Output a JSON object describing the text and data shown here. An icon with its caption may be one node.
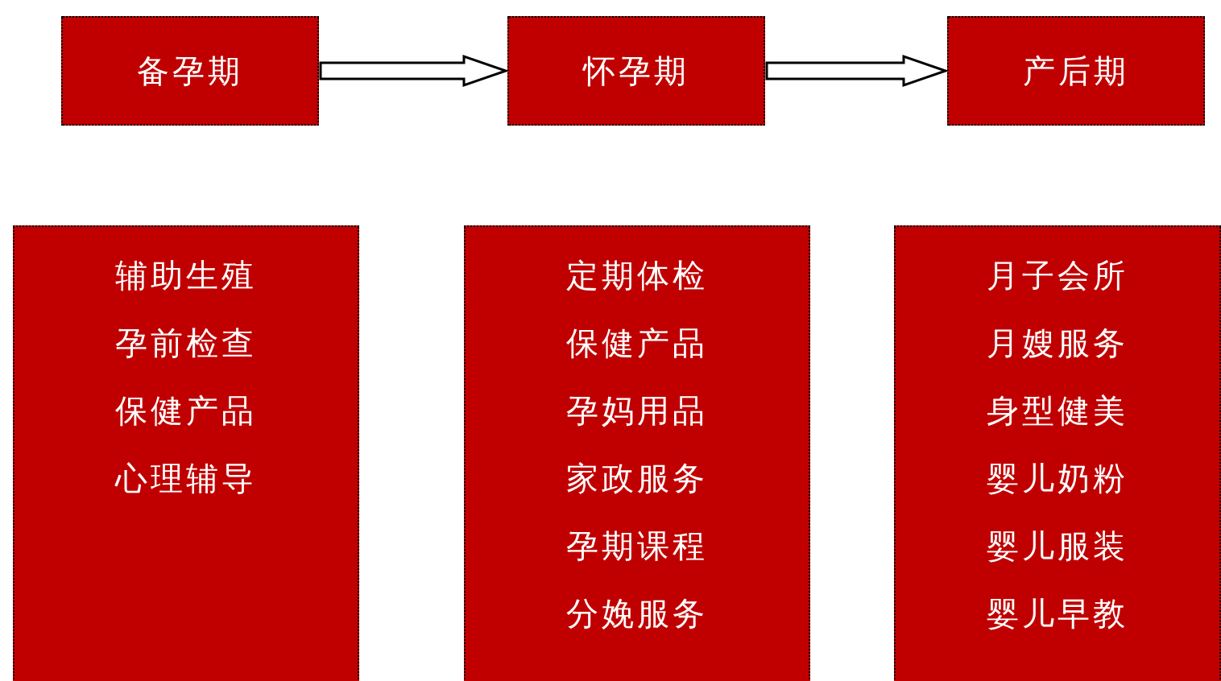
{
  "diagram": {
    "nodes": [
      {
        "text": [
          "备孕期"
        ]
      },
      {
        "text": [
          "怀孕期"
        ]
      },
      {
        "text": [
          "产后期"
        ]
      },
      {
        "text": [
          "辅助生殖",
          "孕前检查",
          "保健产品",
          "心理辅导"
        ]
      },
      {
        "text": [
          "定期体检",
          "保健产品",
          "孕妈用品",
          "家政服务",
          "孕期课程",
          "分娩服务"
        ]
      },
      {
        "text": [
          "月子会所",
          "月嫂服务",
          "身型健美",
          "婴儿奶粉",
          "婴儿服装",
          "婴儿早教"
        ]
      }
    ],
    "edges": [
      {
        "from": 0,
        "to": 1,
        "arrow": "to"
      },
      {
        "from": 1,
        "to": 2,
        "arrow": "to"
      }
    ]
  }
}
